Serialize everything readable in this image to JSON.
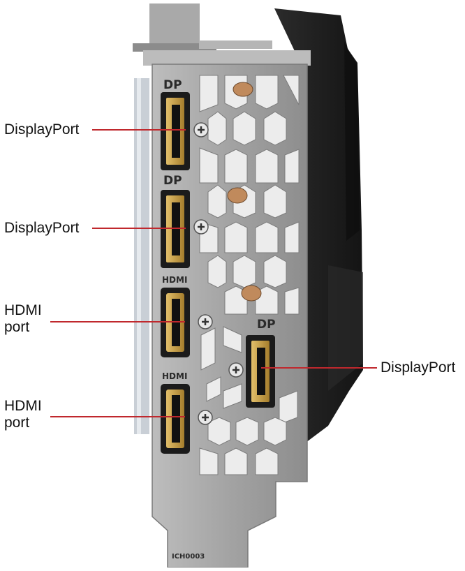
{
  "image": {
    "subject": "graphics-card-io-bracket",
    "colors": {
      "bracket": "#9a9a9a",
      "bracket_dark": "#6f6f6f",
      "port_gold": "#c9a14a",
      "port_black": "#101010",
      "shroud": "#1e1e1e",
      "callout_line": "#c0282d",
      "background": "#ffffff"
    },
    "port_marks": {
      "dp1": "DP",
      "dp2": "DP",
      "hdmi1": "HDMI",
      "hdmi2": "HDMI",
      "dp3": "DP"
    },
    "bracket_code": "ICH0003"
  },
  "callouts": [
    {
      "id": "displayport-1",
      "lines": [
        "DisplayPort"
      ]
    },
    {
      "id": "displayport-2",
      "lines": [
        "DisplayPort"
      ]
    },
    {
      "id": "hdmi-1",
      "lines": [
        "HDMI",
        "port"
      ]
    },
    {
      "id": "hdmi-2",
      "lines": [
        "HDMI",
        "port"
      ]
    },
    {
      "id": "displayport-3",
      "lines": [
        "DisplayPort"
      ]
    }
  ]
}
